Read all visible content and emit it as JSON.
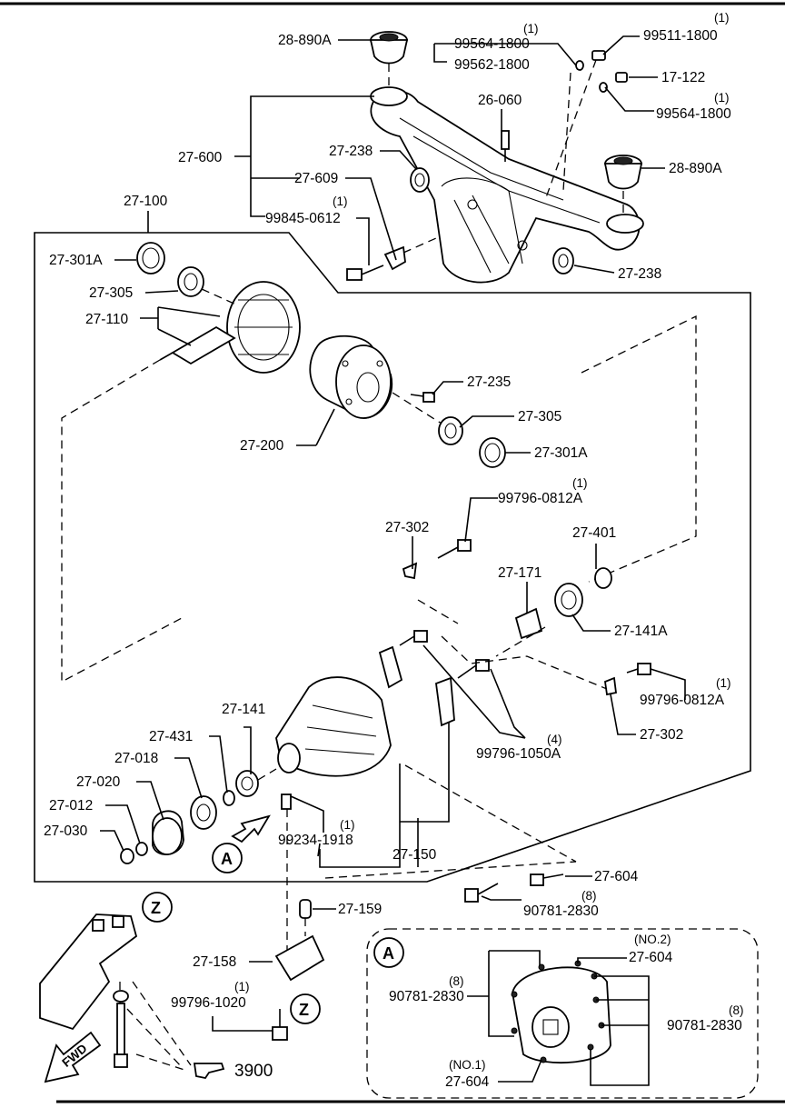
{
  "labels": {
    "p28_890A_top": "28-890A",
    "p99564_1800_a": "99564-1800",
    "q99564_1800_a": "(1)",
    "p99562_1800": "99562-1800",
    "p99511_1800": "99511-1800",
    "q99511_1800": "(1)",
    "p17_122": "17-122",
    "p99564_1800_b": "99564-1800",
    "q99564_1800_b": "(1)",
    "p26_060": "26-060",
    "p27_238_a": "27-238",
    "p27_600": "27-600",
    "p27_609": "27-609",
    "p28_890A_right": "28-890A",
    "p27_100": "27-100",
    "p99845_0612": "99845-0612",
    "q99845_0612": "(1)",
    "p27_238_b": "27-238",
    "p27_301A_a": "27-301A",
    "p27_305_a": "27-305",
    "p27_110": "27-110",
    "p27_235": "27-235",
    "p27_305_b": "27-305",
    "p27_200": "27-200",
    "p27_301A_b": "27-301A",
    "p99796_0812A_a": "99796-0812A",
    "q99796_0812A_a": "(1)",
    "p27_302_a": "27-302",
    "p27_401": "27-401",
    "p27_171": "27-171",
    "p27_141A": "27-141A",
    "p99796_0812A_b": "99796-0812A",
    "q99796_0812A_b": "(1)",
    "p27_302_b": "27-302",
    "p27_141": "27-141",
    "p27_431": "27-431",
    "p27_018": "27-018",
    "p27_020": "27-020",
    "p27_012": "27-012",
    "p27_030": "27-030",
    "p99796_1050A": "99796-1050A",
    "q99796_1050A": "(4)",
    "p99234_1918": "99234-1918",
    "q99234_1918": "(1)",
    "p27_150": "27-150",
    "p27_604_a": "27-604",
    "p90781_2830_a": "90781-2830",
    "q90781_2830_a": "(8)",
    "p27_159": "27-159",
    "p27_158": "27-158",
    "p99796_1020": "99796-1020",
    "q99796_1020": "(1)",
    "p3900": "3900",
    "fwd": "FWD",
    "inset_27_604_no2": "27-604",
    "inset_no2": "(NO.2)",
    "inset_90781_left": "90781-2830",
    "inset_90781_left_q": "(8)",
    "inset_90781_right": "90781-2830",
    "inset_90781_right_q": "(8)",
    "inset_no1": "(NO.1)",
    "inset_27_604_no1": "27-604"
  },
  "callouts": {
    "view_a": "A",
    "view_a_inset": "A",
    "detail_z_top": "Z",
    "detail_z_bottom": "Z"
  },
  "icons": [
    "pointing-hand-icon",
    "fwd-arrow-icon",
    "view-arrow-icon"
  ]
}
